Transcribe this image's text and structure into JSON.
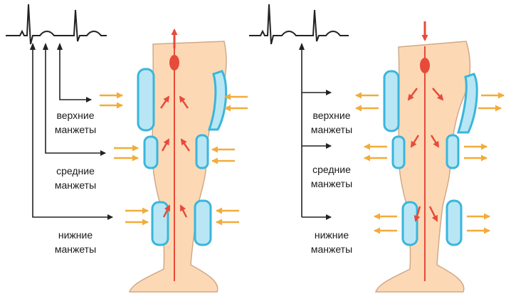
{
  "colors": {
    "skin": "#fcd9b4",
    "skin_outline": "#cfa98a",
    "cuff_fill": "#b9e6f5",
    "cuff_outline": "#39b6dc",
    "vessel": "#e84a3a",
    "air_arrow": "#f2ac3a",
    "ecg": "#222222",
    "text": "#1a1a1a"
  },
  "left_panel": {
    "labels": {
      "upper": [
        "верхние",
        "манжеты"
      ],
      "middle": [
        "средние",
        "манжеты"
      ],
      "lower": [
        "нижние",
        "манжеты"
      ]
    }
  },
  "right_panel": {
    "labels": {
      "upper": [
        "верхние",
        "манжеты"
      ],
      "middle": [
        "средние",
        "манжеты"
      ],
      "lower": [
        "нижние",
        "манжеты"
      ]
    }
  }
}
